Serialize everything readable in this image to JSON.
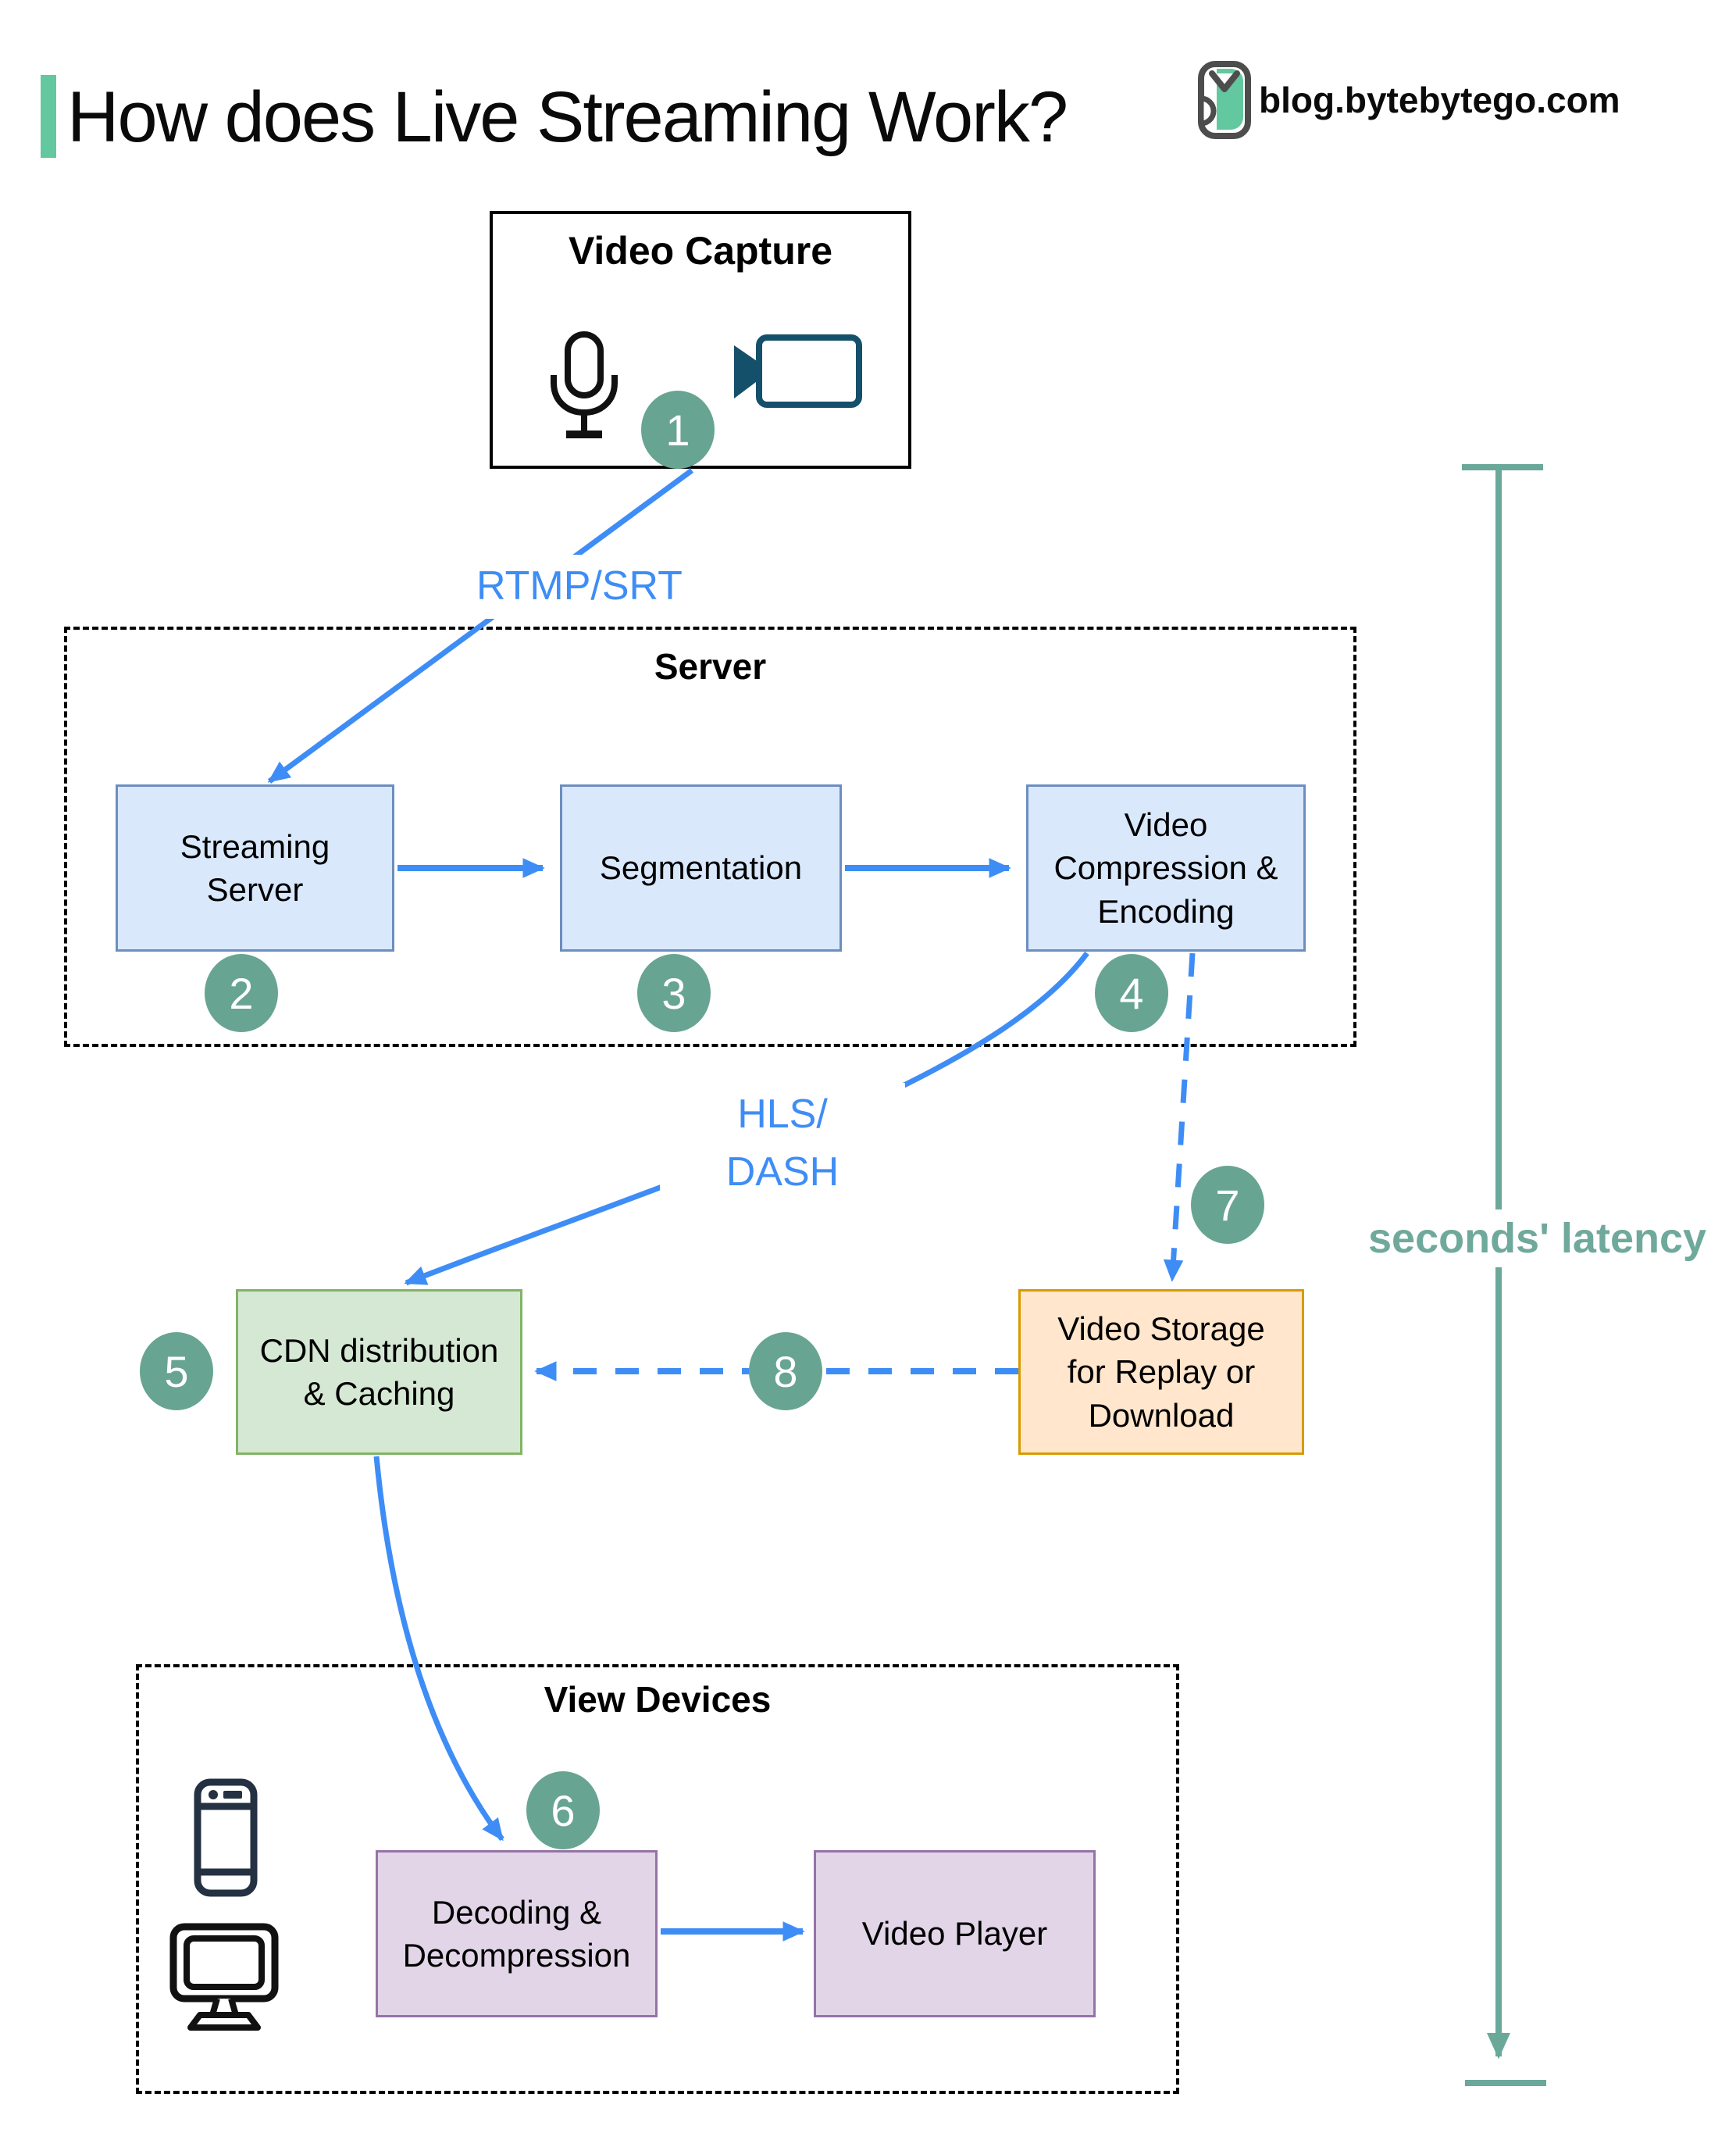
{
  "header": {
    "title": "How does Live Streaming Work?",
    "site_label": "blog.bytebytego.com"
  },
  "groups": {
    "server": {
      "label": "Server"
    },
    "view_devices": {
      "label": "View Devices"
    }
  },
  "nodes": {
    "video_capture": {
      "label": "Video Capture"
    },
    "streaming_server": {
      "label": "Streaming Server"
    },
    "segmentation": {
      "label": "Segmentation"
    },
    "video_compression": {
      "label": "Video Compression & Encoding"
    },
    "cdn": {
      "label": "CDN distribution & Caching"
    },
    "video_storage": {
      "label": "Video Storage for Replay or Download"
    },
    "decoding": {
      "label": "Decoding & Decompression"
    },
    "video_player": {
      "label": "Video Player"
    }
  },
  "edge_labels": {
    "ingest_protocol": "RTMP/SRT",
    "delivery_protocol": "HLS/\nDASH",
    "latency": "seconds' latency"
  },
  "steps": [
    "1",
    "2",
    "3",
    "4",
    "5",
    "6",
    "7",
    "8"
  ],
  "colors": {
    "accent_mint": "#63c79f",
    "arrow_blue": "#3e8df6",
    "badge_teal": "#68a492",
    "latency_teal": "#6aa89a",
    "camera_icon": "#15506b",
    "node_blue_fill": "#dae8fc",
    "node_blue_border": "#6c8ebf",
    "node_green_fill": "#d5e8d4",
    "node_green_border": "#82b366",
    "node_orange_fill": "#ffe6cc",
    "node_orange_border": "#d79b00",
    "node_purple_fill": "#e1d5e7",
    "node_purple_border": "#9673a6"
  }
}
